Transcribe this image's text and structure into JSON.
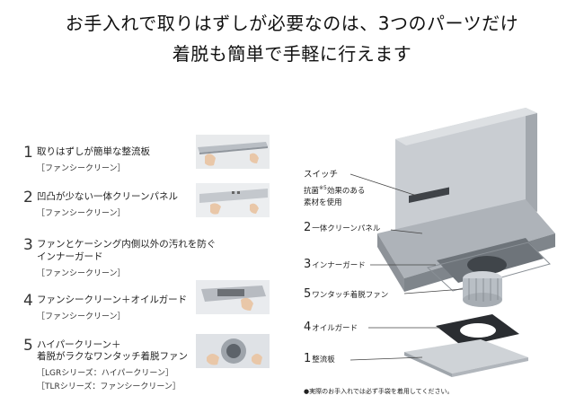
{
  "headline": {
    "line1": "お手入れで取りはずしが必要なのは、3つのパーツだけ",
    "line2": "着脱も簡単で手軽に行えます"
  },
  "steps": [
    {
      "num": "1",
      "title": "取りはずしが簡単な整流板",
      "sub": "［ファンシークリーン］"
    },
    {
      "num": "2",
      "title": "凹凸が少ない一体クリーンパネル",
      "sub": "［ファンシークリーン］"
    },
    {
      "num": "3",
      "title": "ファンとケーシング内側以外の汚れを防ぐ",
      "title2": "インナーガード",
      "sub": "［ファンシークリーン］"
    },
    {
      "num": "4",
      "title": "ファンシークリーン＋オイルガード",
      "sub": "［ファンシークリーン］"
    },
    {
      "num": "5",
      "title": "ハイパークリーン＋",
      "title2": "着脱がラクなワンタッチ着脱ファン",
      "sub": "［LGRシリーズ：ハイパークリーン］",
      "sub2": "［TLRシリーズ：ファンシークリーン］"
    }
  ],
  "diagram": {
    "switch_label": "スイッチ",
    "antibac_line1": "抗菌",
    "antibac_sup": "※5",
    "antibac_line1b": "効果のある",
    "antibac_line2": "素材を使用",
    "parts": [
      {
        "num": "2",
        "label": "一体クリーンパネル"
      },
      {
        "num": "3",
        "label": "インナーガード"
      },
      {
        "num": "5",
        "label": "ワンタッチ着脱ファン"
      },
      {
        "num": "4",
        "label": "オイルガード"
      },
      {
        "num": "1",
        "label": "整流板"
      }
    ],
    "footnote": "●実際のお手入れでは必ず手袋を着用してください。"
  }
}
